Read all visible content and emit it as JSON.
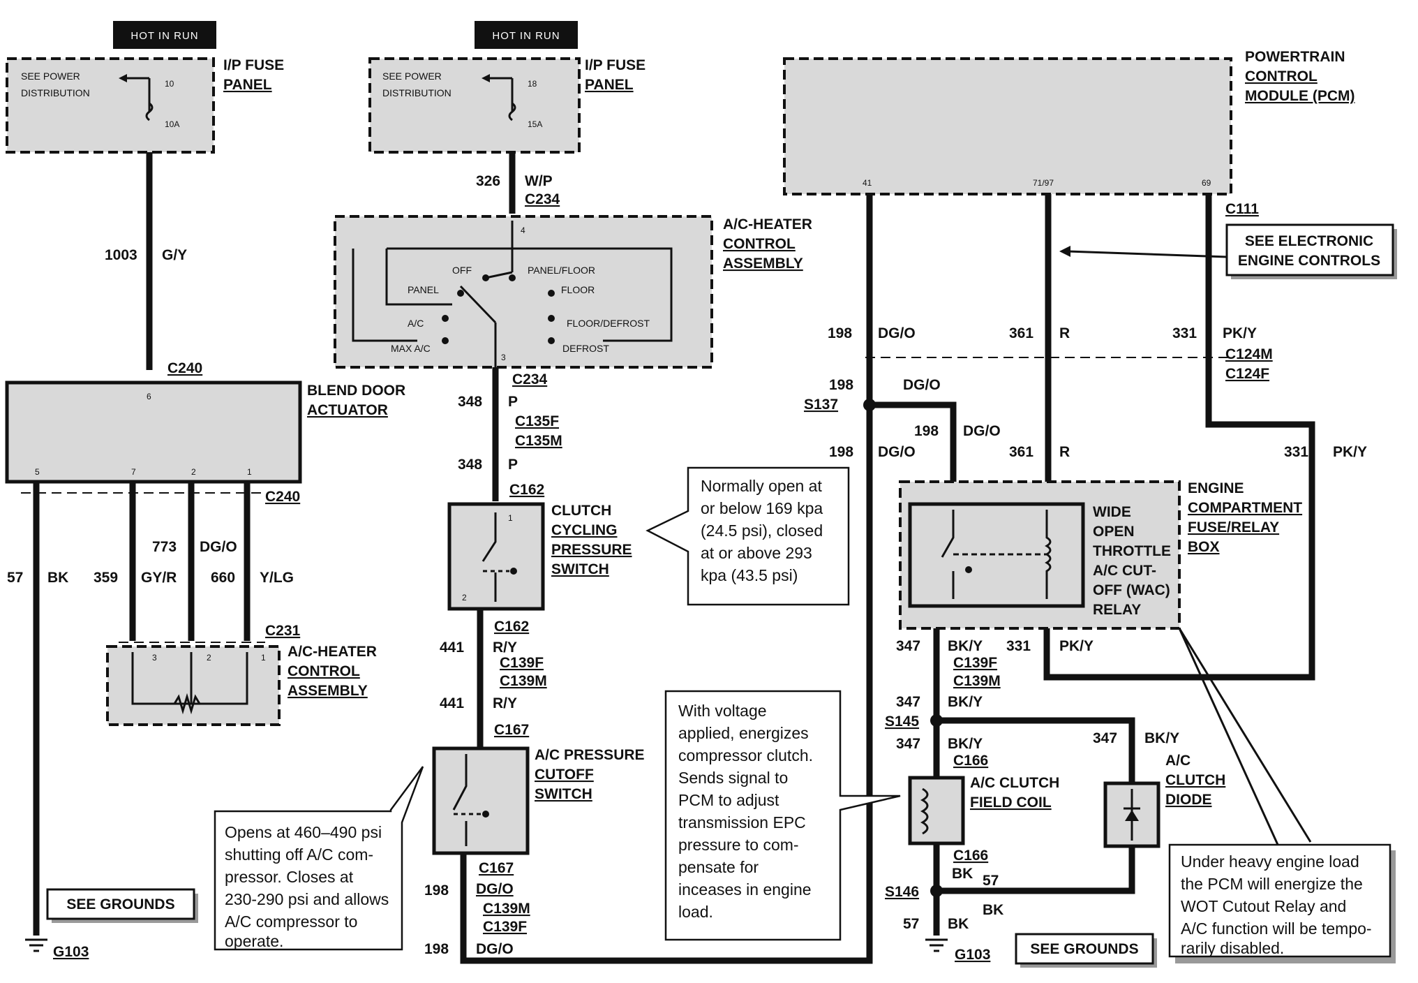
{
  "hot_in_run_left": "HOT IN RUN",
  "hot_in_run_mid": "HOT IN RUN",
  "fuse_left": {
    "see": "SEE POWER",
    "dist": "DISTRIBUTION",
    "num": "10",
    "amp": "10A",
    "title1": "I/P FUSE",
    "title2": "PANEL"
  },
  "fuse_mid": {
    "see": "SEE POWER",
    "dist": "DISTRIBUTION",
    "num": "18",
    "amp": "15A",
    "title1": "I/P FUSE",
    "title2": "PANEL"
  },
  "pcm": {
    "title1": "POWERTRAIN",
    "title2": "CONTROL",
    "title3": "MODULE (PCM)",
    "pin_a": "41",
    "pin_b": "71/97",
    "pin_c": "69"
  },
  "wire_1003": {
    "num": "1003",
    "color": "G/Y"
  },
  "c240_top": "C240",
  "blend": {
    "title1": "BLEND DOOR",
    "title2": "ACTUATOR",
    "pin_top": "6",
    "pin_5": "5",
    "pin_7": "7",
    "pin_2": "2",
    "pin_1": "1"
  },
  "c240_bot": "C240",
  "wire_57_left": {
    "num": "57",
    "color": "BK"
  },
  "wire_359": {
    "num": "359",
    "color": "GY/R"
  },
  "wire_773": {
    "num": "773",
    "color": "DG/O"
  },
  "wire_660": {
    "num": "660",
    "color": "Y/LG"
  },
  "c231": "C231",
  "ahc_lower": {
    "title1": "A/C-HEATER",
    "title2": "CONTROL",
    "title3": "ASSEMBLY",
    "pin_3": "3",
    "pin_2": "2",
    "pin_1": "1"
  },
  "see_grounds_left": "SEE GROUNDS",
  "g103_left": "G103",
  "wire_326": {
    "num": "326",
    "color": "W/P"
  },
  "c234_top": "C234",
  "ahc_upper": {
    "title1": "A/C-HEATER",
    "title2": "CONTROL",
    "title3": "ASSEMBLY",
    "off": "OFF",
    "panel_floor": "PANEL/FLOOR",
    "panel": "PANEL",
    "floor": "FLOOR",
    "ac": "A/C",
    "floor_defrost": "FLOOR/DEFROST",
    "max_ac": "MAX A/C",
    "defrost": "DEFROST",
    "pin_4": "4",
    "pin_3": "3"
  },
  "c234_bot": "C234",
  "wire_348_a": {
    "num": "348",
    "color": "P"
  },
  "c135f": "C135F",
  "c135m": "C135M",
  "wire_348_b": {
    "num": "348",
    "color": "P"
  },
  "c162_top": "C162",
  "clutch_sw": {
    "title1": "CLUTCH",
    "title2": "CYCLING",
    "title3": "PRESSURE",
    "title4": "SWITCH",
    "pin_1": "1",
    "pin_2": "2"
  },
  "note_clutch": [
    "Normally open at",
    "or below 169 kpa",
    "(24.5 psi), closed",
    "at or above 293",
    "kpa (43.5 psi)"
  ],
  "c162_bot": "C162",
  "wire_441_a": {
    "num": "441",
    "color": "R/Y"
  },
  "c139f_a": "C139F",
  "c139m_a": "C139M",
  "wire_441_b": {
    "num": "441",
    "color": "R/Y"
  },
  "c167_top": "C167",
  "ac_cutoff": {
    "title1": "A/C PRESSURE",
    "title2": "CUTOFF",
    "title3": "SWITCH"
  },
  "note_cutoff": [
    "Opens at 460–490 psi",
    "shutting off A/C com-",
    "pressor. Closes at",
    "230-290 psi and allows",
    "A/C compressor to",
    "operate."
  ],
  "c167_bot": "C167",
  "wire_198_c": {
    "num": "198",
    "color": "DG/O"
  },
  "c139m_b": "C139M",
  "c139f_b": "C139F",
  "wire_198_d": {
    "num": "198",
    "color": "DG/O"
  },
  "note_voltage": [
    "With voltage",
    "applied, energizes",
    "compressor clutch.",
    "Sends signal to",
    "PCM to adjust",
    "transmission EPC",
    "pressure to com-",
    "pensate for",
    "inceases in engine",
    "load."
  ],
  "c111": "C111",
  "see_eec": {
    "line1": "SEE ELECTRONIC",
    "line2": "ENGINE CONTROLS"
  },
  "wire_198_a": {
    "num": "198",
    "color": "DG/O"
  },
  "wire_361_a": {
    "num": "361",
    "color": "R"
  },
  "wire_331_a": {
    "num": "331",
    "color": "PK/Y"
  },
  "c124m": "C124M",
  "c124f": "C124F",
  "wire_198_s137": {
    "num": "198",
    "color": "DG/O"
  },
  "s137": "S137",
  "wire_198_b": {
    "num": "198",
    "color": "DG/O"
  },
  "wire_198_relay": {
    "num": "198",
    "color": "DG/O"
  },
  "wire_361_b": {
    "num": "361",
    "color": "R"
  },
  "wire_331_b": {
    "num": "331",
    "color": "PK/Y"
  },
  "ecfrb": {
    "title1": "ENGINE",
    "title2": "COMPARTMENT",
    "title3": "FUSE/RELAY",
    "title4": "BOX"
  },
  "wac": {
    "l1": "WIDE",
    "l2": "OPEN",
    "l3": "THROTTLE",
    "l4": "A/C CUT-",
    "l5": "OFF (WAC)",
    "l6": "RELAY"
  },
  "wire_347_a": {
    "num": "347",
    "color": "BK/Y"
  },
  "wire_331_c": {
    "num": "331",
    "color": "PK/Y"
  },
  "c139f_c": "C139F",
  "c139m_c": "C139M",
  "wire_347_b": {
    "num": "347",
    "color": "BK/Y"
  },
  "s145": "S145",
  "wire_347_c": {
    "num": "347",
    "color": "BK/Y"
  },
  "c166_top": "C166",
  "wire_347_d": {
    "num": "347",
    "color": "BK/Y"
  },
  "clutch_coil": {
    "title1": "A/C CLUTCH",
    "title2": "FIELD COIL"
  },
  "clutch_diode": {
    "title1": "A/C",
    "title2": "CLUTCH",
    "title3": "DIODE"
  },
  "c166_bot": "C166",
  "wire_bk_a": "BK",
  "wire_57_b": "57",
  "s146": "S146",
  "wire_bk_b": "BK",
  "wire_57_c": {
    "num": "57",
    "color": "BK"
  },
  "g103_right": "G103",
  "see_grounds_right": "SEE GROUNDS",
  "note_load": [
    "Under heavy engine load",
    "the PCM will energize the",
    "WOT Cutout Relay and",
    "A/C function will be tempo-",
    "rarily disabled."
  ]
}
